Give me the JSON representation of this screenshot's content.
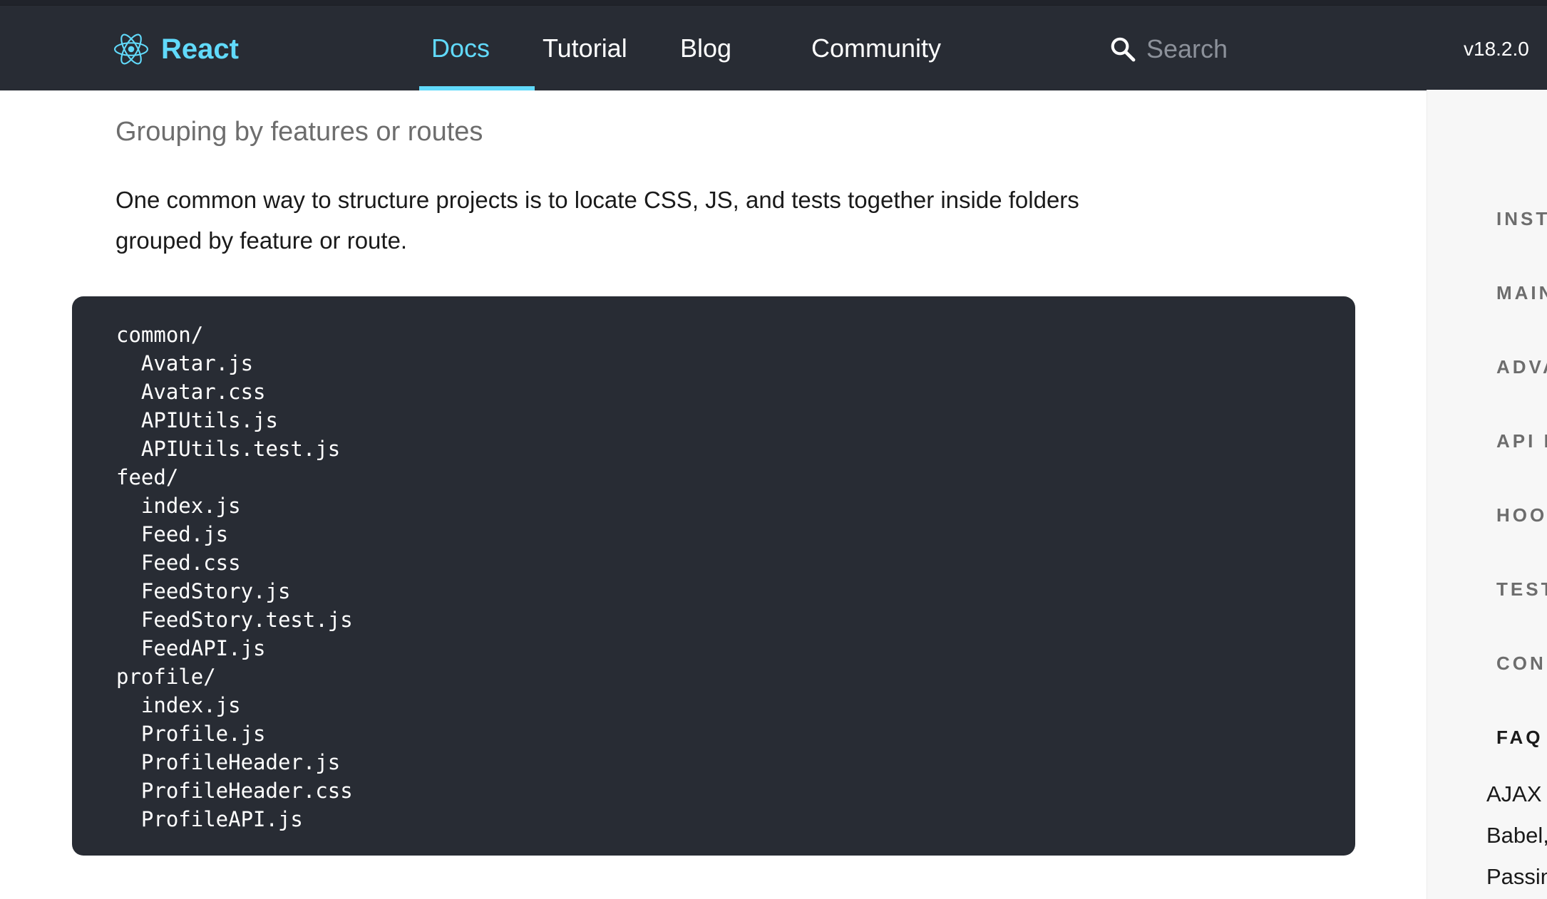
{
  "header": {
    "logo_text": "React",
    "nav": [
      {
        "label": "Docs",
        "active": true
      },
      {
        "label": "Tutorial"
      },
      {
        "label": "Blog"
      },
      {
        "label": "Community"
      }
    ],
    "search_placeholder": "Search",
    "version": "v18.2.0",
    "accent_color": "#61dafb",
    "background_color": "#282c34"
  },
  "content": {
    "subheading": "Grouping by features or routes",
    "paragraph": "One common way to structure projects is to locate CSS, JS, and tests together inside folders grouped by feature or route.",
    "code": "common/\n  Avatar.js\n  Avatar.css\n  APIUtils.js\n  APIUtils.test.js\nfeed/\n  index.js\n  Feed.js\n  Feed.css\n  FeedStory.js\n  FeedStory.test.js\n  FeedAPI.js\nprofile/\n  index.js\n  Profile.js\n  ProfileHeader.js\n  ProfileHeader.css\n  ProfileAPI.js"
  },
  "sidebar": {
    "sections": [
      "INST",
      "MAIN",
      "ADVA",
      "API R",
      "HOO",
      "TEST",
      "CON",
      "FAQ"
    ],
    "active_section": "FAQ",
    "items": [
      "AJAX",
      "Babel,",
      "Passin"
    ]
  },
  "icons": {
    "logo": "react-atom-icon",
    "search": "search-icon"
  }
}
